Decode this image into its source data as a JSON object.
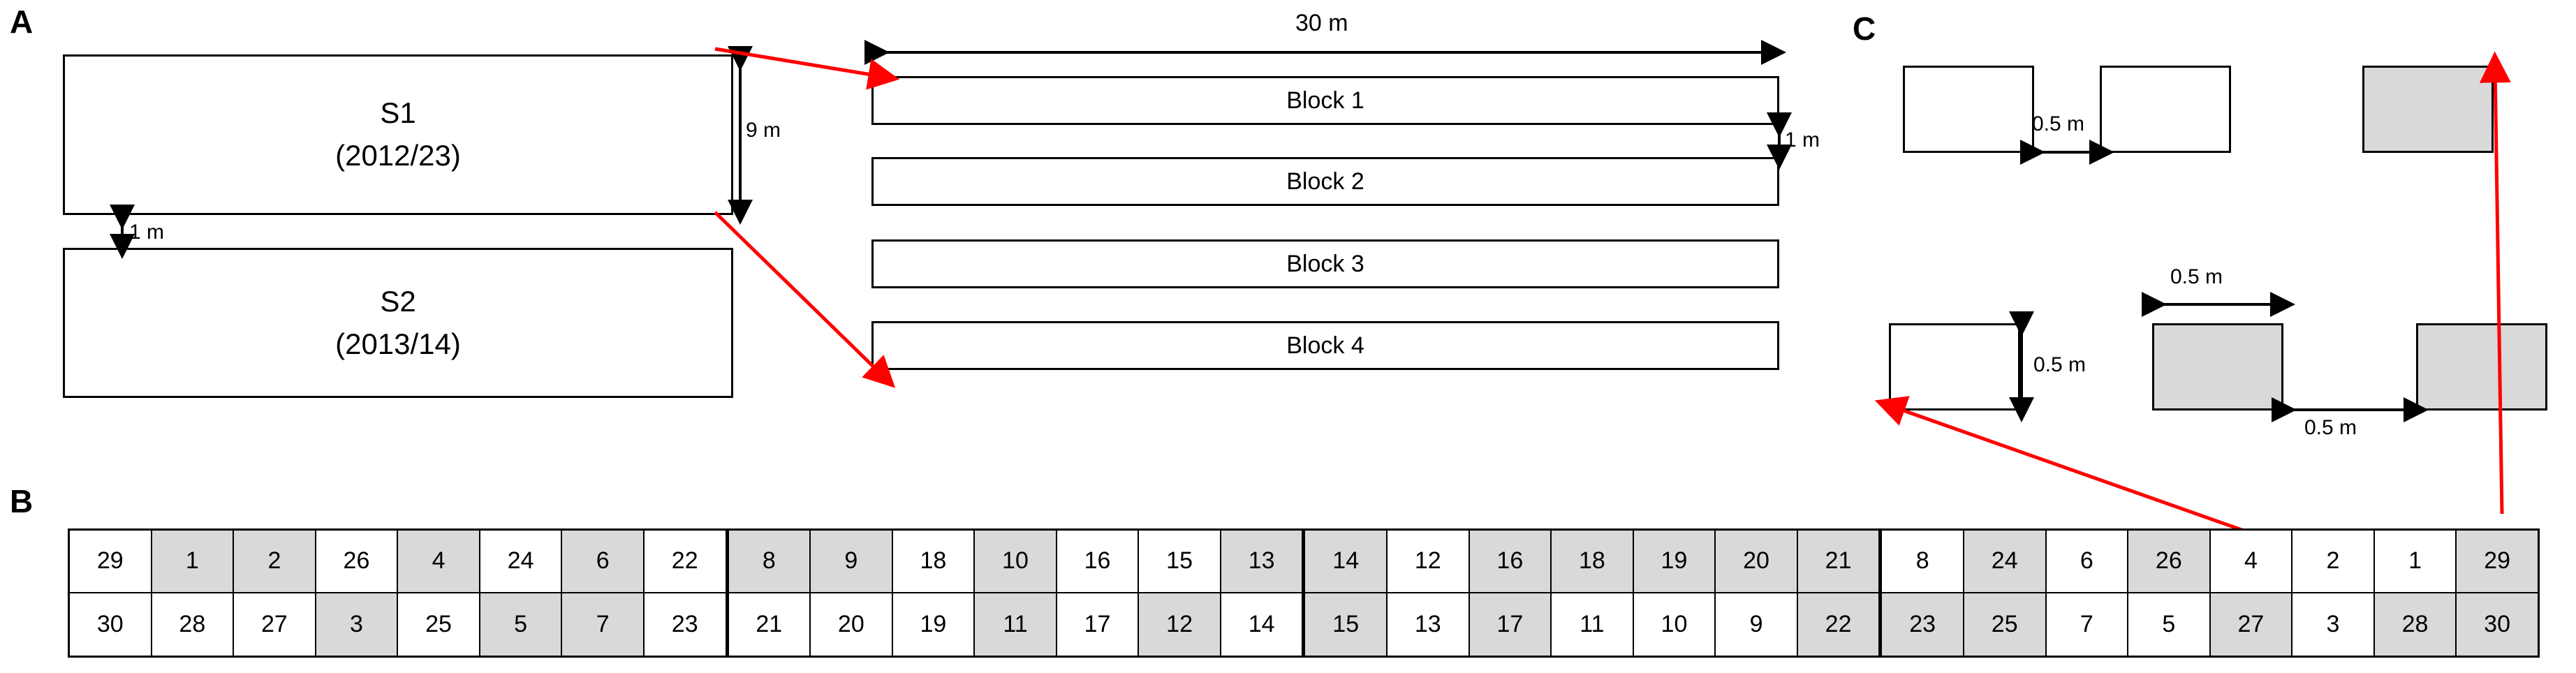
{
  "panels": {
    "a": {
      "letter": "A",
      "seasons": [
        {
          "name": "S1",
          "years": "(2012/23)"
        },
        {
          "name": "S2",
          "years": "(2013/14)"
        }
      ],
      "dimensions": {
        "season_height": "9 m",
        "season_gap": "1 m",
        "block_width": "30 m",
        "block_gap": "1 m"
      },
      "blocks": [
        {
          "label": "Block 1"
        },
        {
          "label": "Block 2"
        },
        {
          "label": "Block 3"
        },
        {
          "label": "Block 4"
        }
      ]
    },
    "b": {
      "letter": "B",
      "row1": [
        {
          "value": "29",
          "shade": "white"
        },
        {
          "value": "1",
          "shade": "gray"
        },
        {
          "value": "2",
          "shade": "gray"
        },
        {
          "value": "26",
          "shade": "white"
        },
        {
          "value": "4",
          "shade": "gray"
        },
        {
          "value": "24",
          "shade": "white"
        },
        {
          "value": "6",
          "shade": "gray"
        },
        {
          "value": "22",
          "shade": "white"
        },
        {
          "value": "8",
          "shade": "gray"
        },
        {
          "value": "9",
          "shade": "gray"
        },
        {
          "value": "18",
          "shade": "white"
        },
        {
          "value": "10",
          "shade": "gray"
        },
        {
          "value": "16",
          "shade": "white"
        },
        {
          "value": "15",
          "shade": "white"
        },
        {
          "value": "13",
          "shade": "gray"
        },
        {
          "value": "14",
          "shade": "gray"
        },
        {
          "value": "12",
          "shade": "white"
        },
        {
          "value": "16",
          "shade": "gray"
        },
        {
          "value": "18",
          "shade": "gray"
        },
        {
          "value": "19",
          "shade": "gray"
        },
        {
          "value": "20",
          "shade": "gray"
        },
        {
          "value": "21",
          "shade": "gray"
        },
        {
          "value": "8",
          "shade": "white"
        },
        {
          "value": "24",
          "shade": "gray"
        },
        {
          "value": "6",
          "shade": "white"
        },
        {
          "value": "26",
          "shade": "gray"
        },
        {
          "value": "4",
          "shade": "white"
        },
        {
          "value": "2",
          "shade": "white"
        },
        {
          "value": "1",
          "shade": "white"
        },
        {
          "value": "29",
          "shade": "gray"
        }
      ],
      "row2": [
        {
          "value": "30",
          "shade": "white"
        },
        {
          "value": "28",
          "shade": "white"
        },
        {
          "value": "27",
          "shade": "white"
        },
        {
          "value": "3",
          "shade": "gray"
        },
        {
          "value": "25",
          "shade": "white"
        },
        {
          "value": "5",
          "shade": "gray"
        },
        {
          "value": "7",
          "shade": "gray"
        },
        {
          "value": "23",
          "shade": "white"
        },
        {
          "value": "21",
          "shade": "white"
        },
        {
          "value": "20",
          "shade": "white"
        },
        {
          "value": "19",
          "shade": "white"
        },
        {
          "value": "11",
          "shade": "gray"
        },
        {
          "value": "17",
          "shade": "white"
        },
        {
          "value": "12",
          "shade": "gray"
        },
        {
          "value": "14",
          "shade": "white"
        },
        {
          "value": "15",
          "shade": "gray"
        },
        {
          "value": "13",
          "shade": "white"
        },
        {
          "value": "17",
          "shade": "gray"
        },
        {
          "value": "11",
          "shade": "white"
        },
        {
          "value": "10",
          "shade": "white"
        },
        {
          "value": "9",
          "shade": "white"
        },
        {
          "value": "22",
          "shade": "gray"
        },
        {
          "value": "23",
          "shade": "gray"
        },
        {
          "value": "25",
          "shade": "gray"
        },
        {
          "value": "7",
          "shade": "white"
        },
        {
          "value": "5",
          "shade": "white"
        },
        {
          "value": "27",
          "shade": "gray"
        },
        {
          "value": "3",
          "shade": "white"
        },
        {
          "value": "28",
          "shade": "gray"
        },
        {
          "value": "30",
          "shade": "gray"
        }
      ],
      "block_separators_after": [
        7,
        14,
        21
      ]
    },
    "c": {
      "letter": "C",
      "top_row": [
        {
          "shade": "white"
        },
        {
          "shade": "white"
        },
        {
          "shade": "gray"
        }
      ],
      "bottom_row": [
        {
          "shade": "white"
        },
        {
          "shade": "gray"
        },
        {
          "shade": "gray"
        }
      ],
      "dimensions": {
        "top_gap": "0.5 m",
        "plot_width": "0.5 m",
        "plot_height": "0.5 m",
        "bottom_gap": "0.5 m"
      }
    }
  },
  "colors": {
    "stroke": "#000000",
    "plot_gray": "#d9d9d9",
    "arrow_red": "#ff0000",
    "background": "#ffffff"
  }
}
